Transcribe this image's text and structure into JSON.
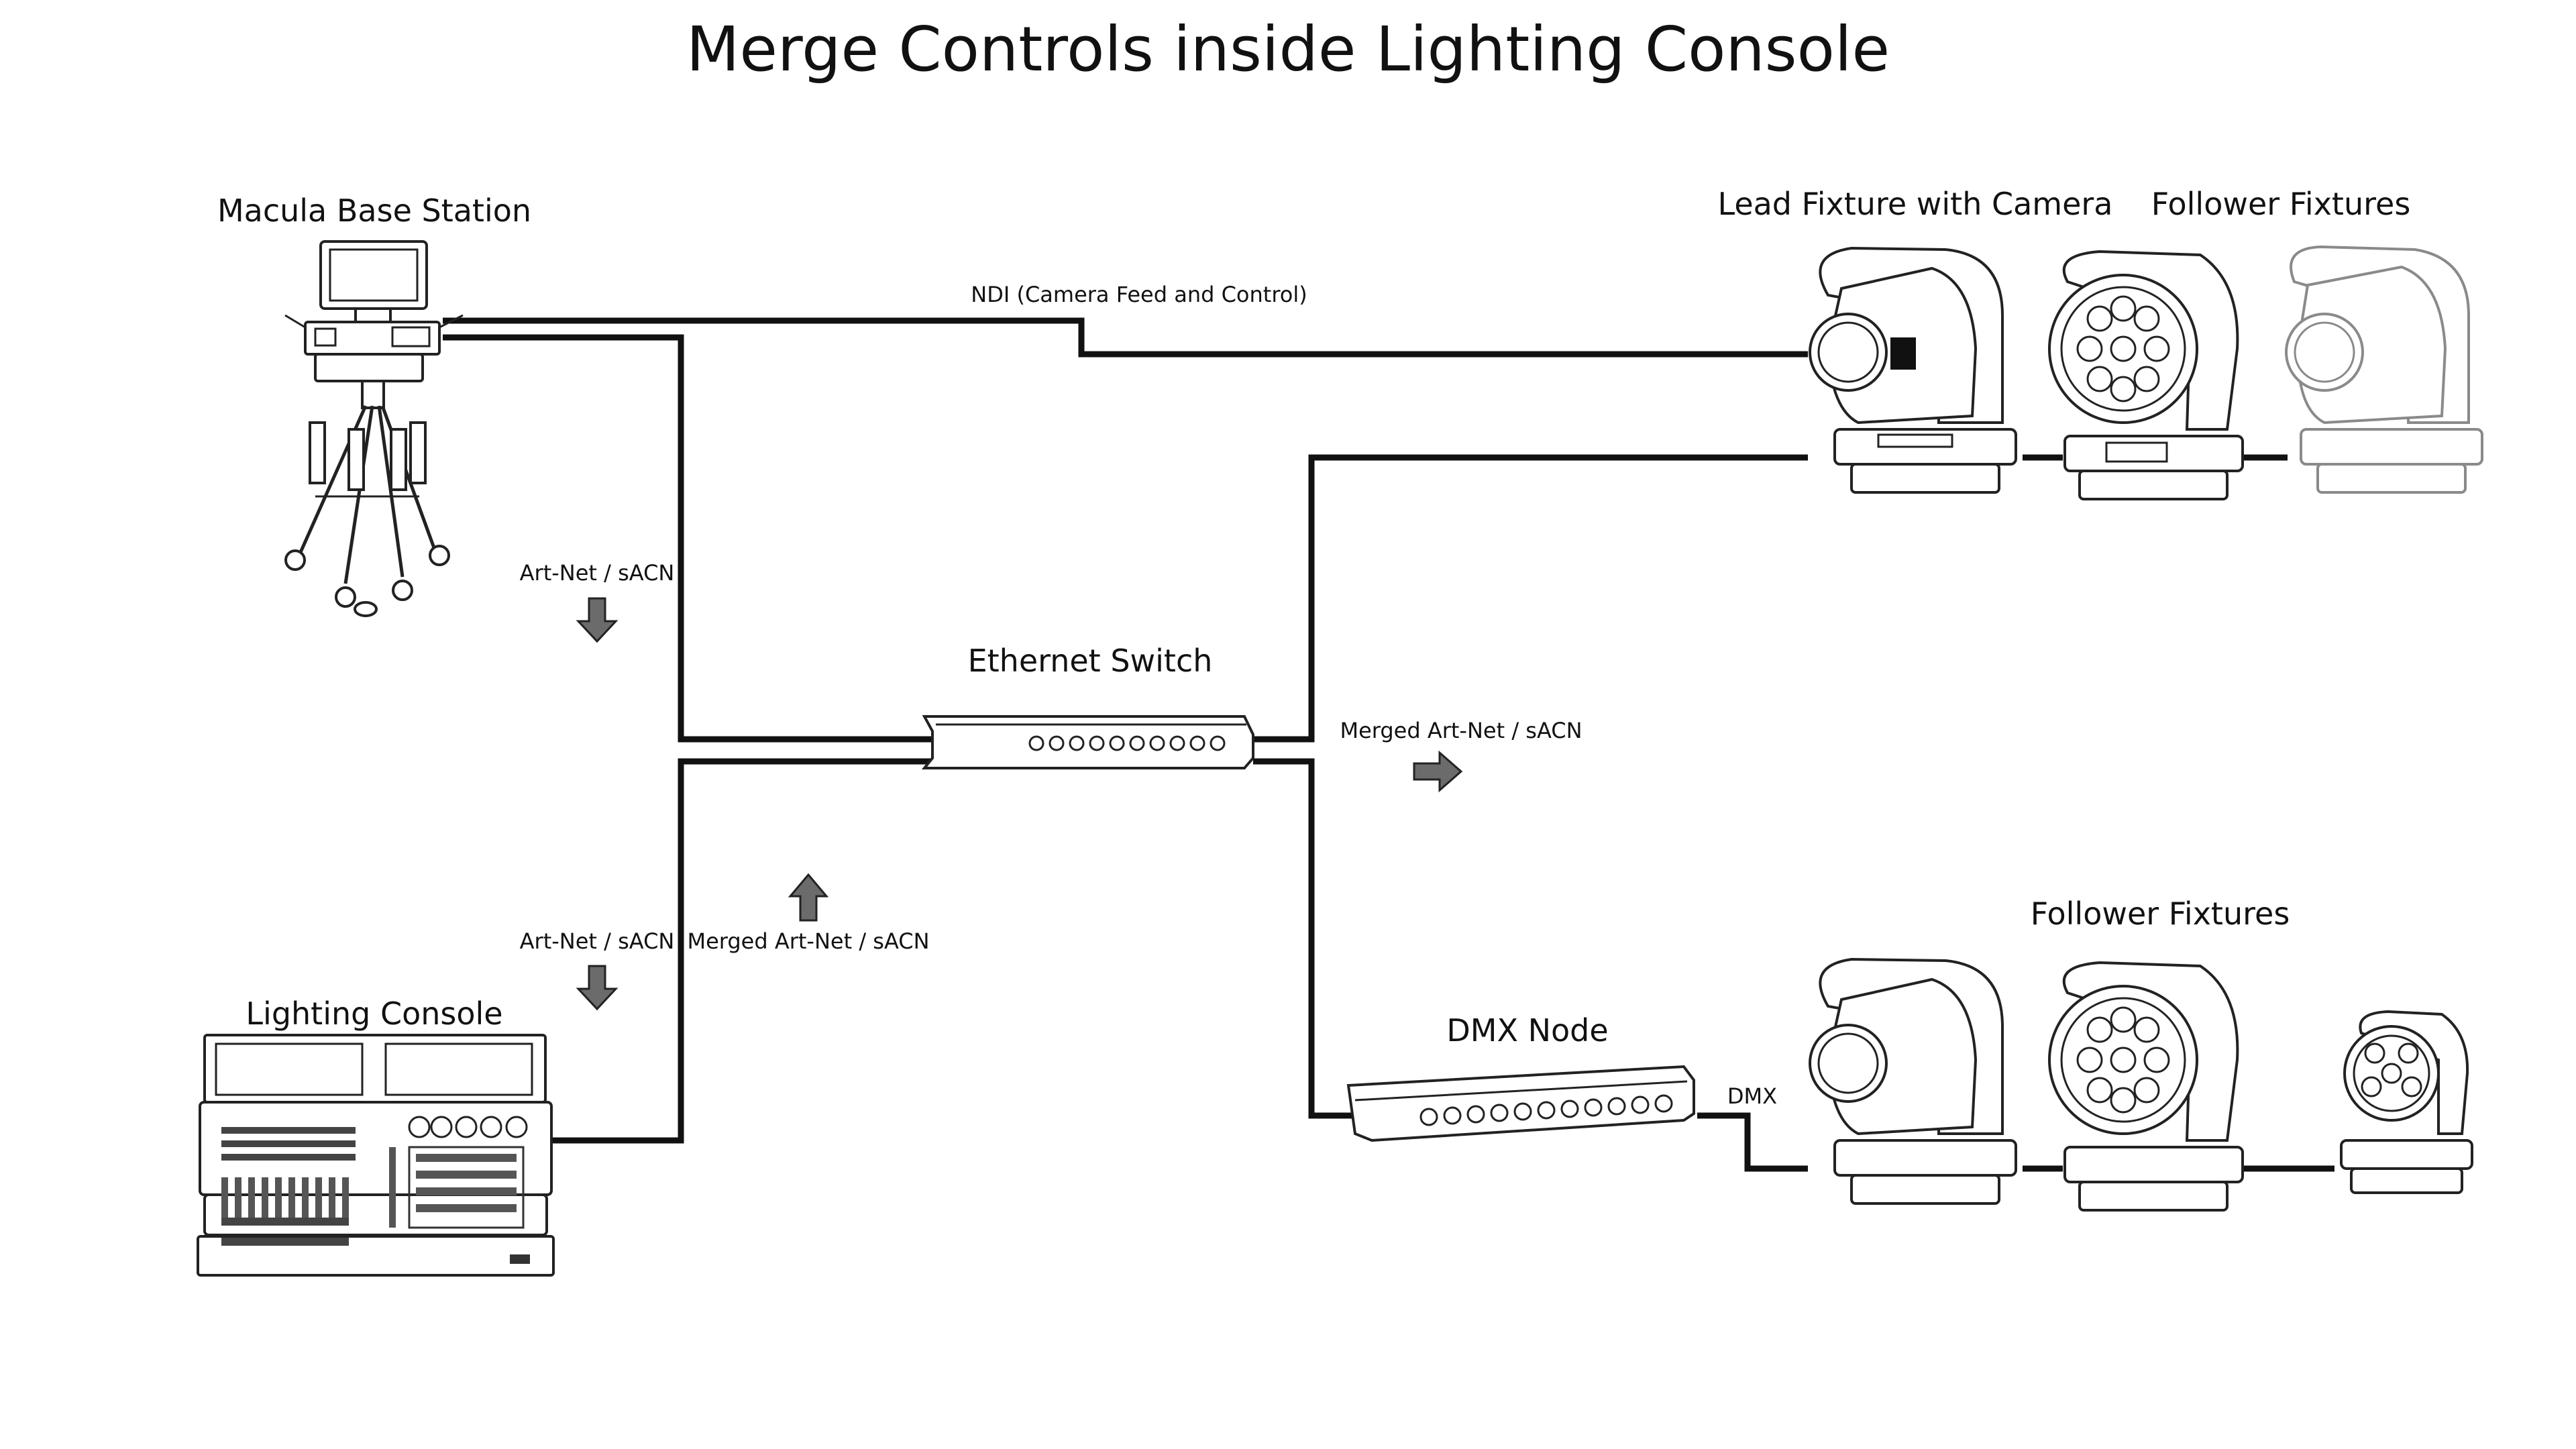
{
  "title": "Merge Controls inside Lighting Console",
  "devices": {
    "base_station": "Macula Base Station",
    "lead_fixture": "Lead Fixture with Camera",
    "follower_top": "Follower Fixtures",
    "follower_bottom": "Follower Fixtures",
    "ethernet_switch": "Ethernet Switch",
    "dmx_node": "DMX Node",
    "lighting_console": "Lighting Console"
  },
  "signals": {
    "ndi": "NDI (Camera Feed and Control)",
    "artnet_base": "Art-Net / sACN",
    "artnet_console": "Art-Net / sACN",
    "merged_up": "Merged Art-Net / sACN",
    "merged_right": "Merged Art-Net / sACN",
    "dmx": "DMX"
  }
}
